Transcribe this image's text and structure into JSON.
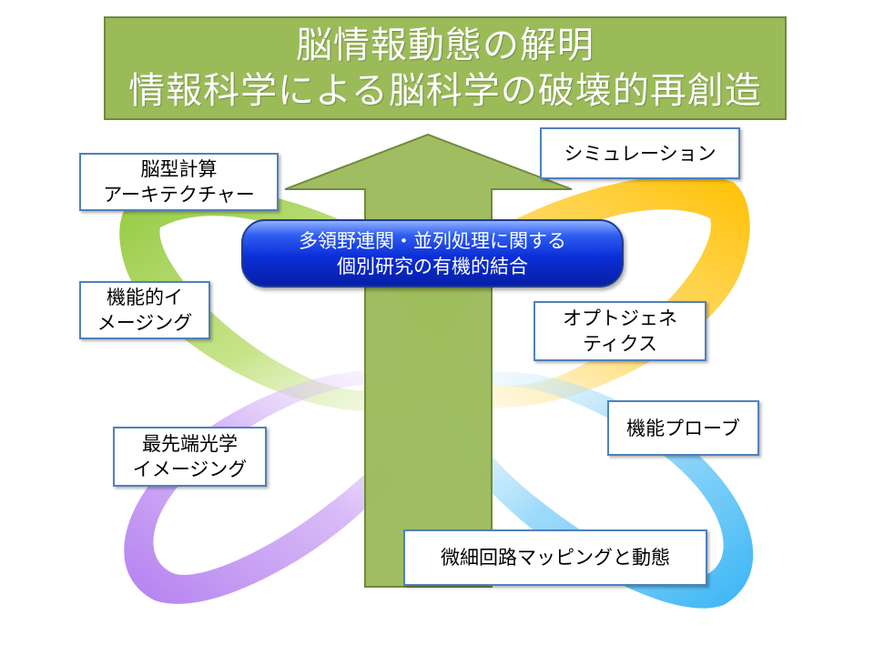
{
  "title": {
    "line1": "脳情報動態の解明",
    "line2": "情報科学による脳科学の破壊的再創造"
  },
  "center": {
    "line1": "多領野連関・並列処理に関する",
    "line2": "個別研究の有機的結合"
  },
  "labels": {
    "brain_arch": {
      "line1": "脳型計算",
      "line2": "アーキテクチャー"
    },
    "simulation": {
      "line1": "シミュレーション"
    },
    "functional_imaging": {
      "line1": "機能的イ",
      "line2": "メージング"
    },
    "optogenetics": {
      "line1": "オプトジェネ",
      "line2": "ティクス"
    },
    "advanced_optical": {
      "line1": "最先端光学",
      "line2": "イメージング"
    },
    "functional_probe": {
      "line1": "機能プローブ"
    },
    "circuit_mapping": {
      "line1": "微細回路マッピングと動態"
    }
  },
  "colors": {
    "title_bg": "#9bbb59",
    "arrow": "#9bbb59",
    "ring_green": "#92d050",
    "ring_yellow": "#ffc000",
    "ring_purple": "#b37ff0",
    "ring_blue": "#4fc3f7",
    "box_border": "#4f81bd",
    "pill_blue": "#0b2fd8"
  }
}
